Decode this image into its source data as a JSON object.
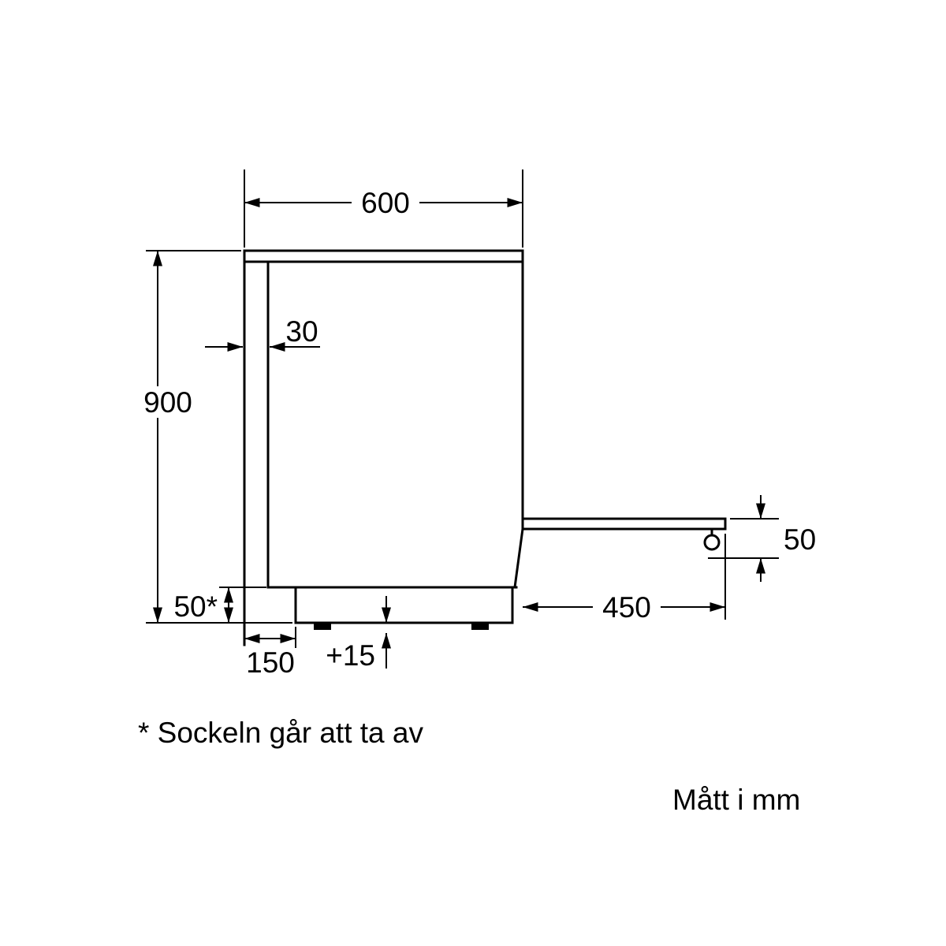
{
  "labels": {
    "depth": "600",
    "rear_gap": "30",
    "height": "900",
    "plinth_height": "50*",
    "plinth_recess": "150",
    "feet_adjust": "+15",
    "door_open_depth": "450",
    "door_handle_depth": "50",
    "footnote": "* Sockeln går att ta av",
    "units_note": "Mått i mm"
  },
  "colors": {
    "line": "#000000",
    "background": "#ffffff"
  }
}
